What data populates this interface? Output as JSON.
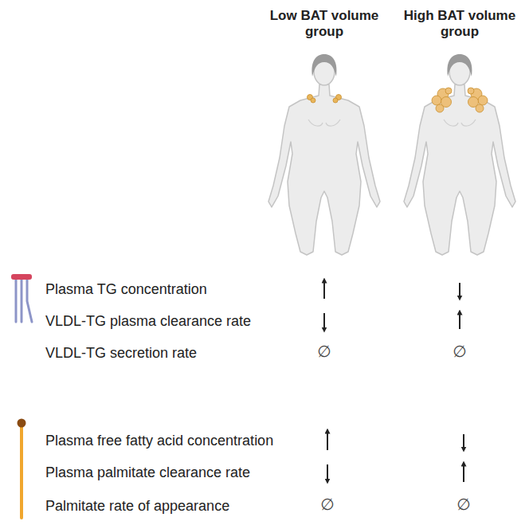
{
  "diagram": {
    "labels": [
      "Low BAT volume group",
      "High BAT volume group",
      "Plasma TG concentration",
      "VLDL-TG plasma clearance rate",
      "VLDL-TG secretion rate",
      "∅",
      "∅",
      "Plasma free fatty acid concentration",
      "Plasma palmitate clearance rate",
      "Palmitate rate of appearance",
      "∅",
      "∅"
    ]
  }
}
